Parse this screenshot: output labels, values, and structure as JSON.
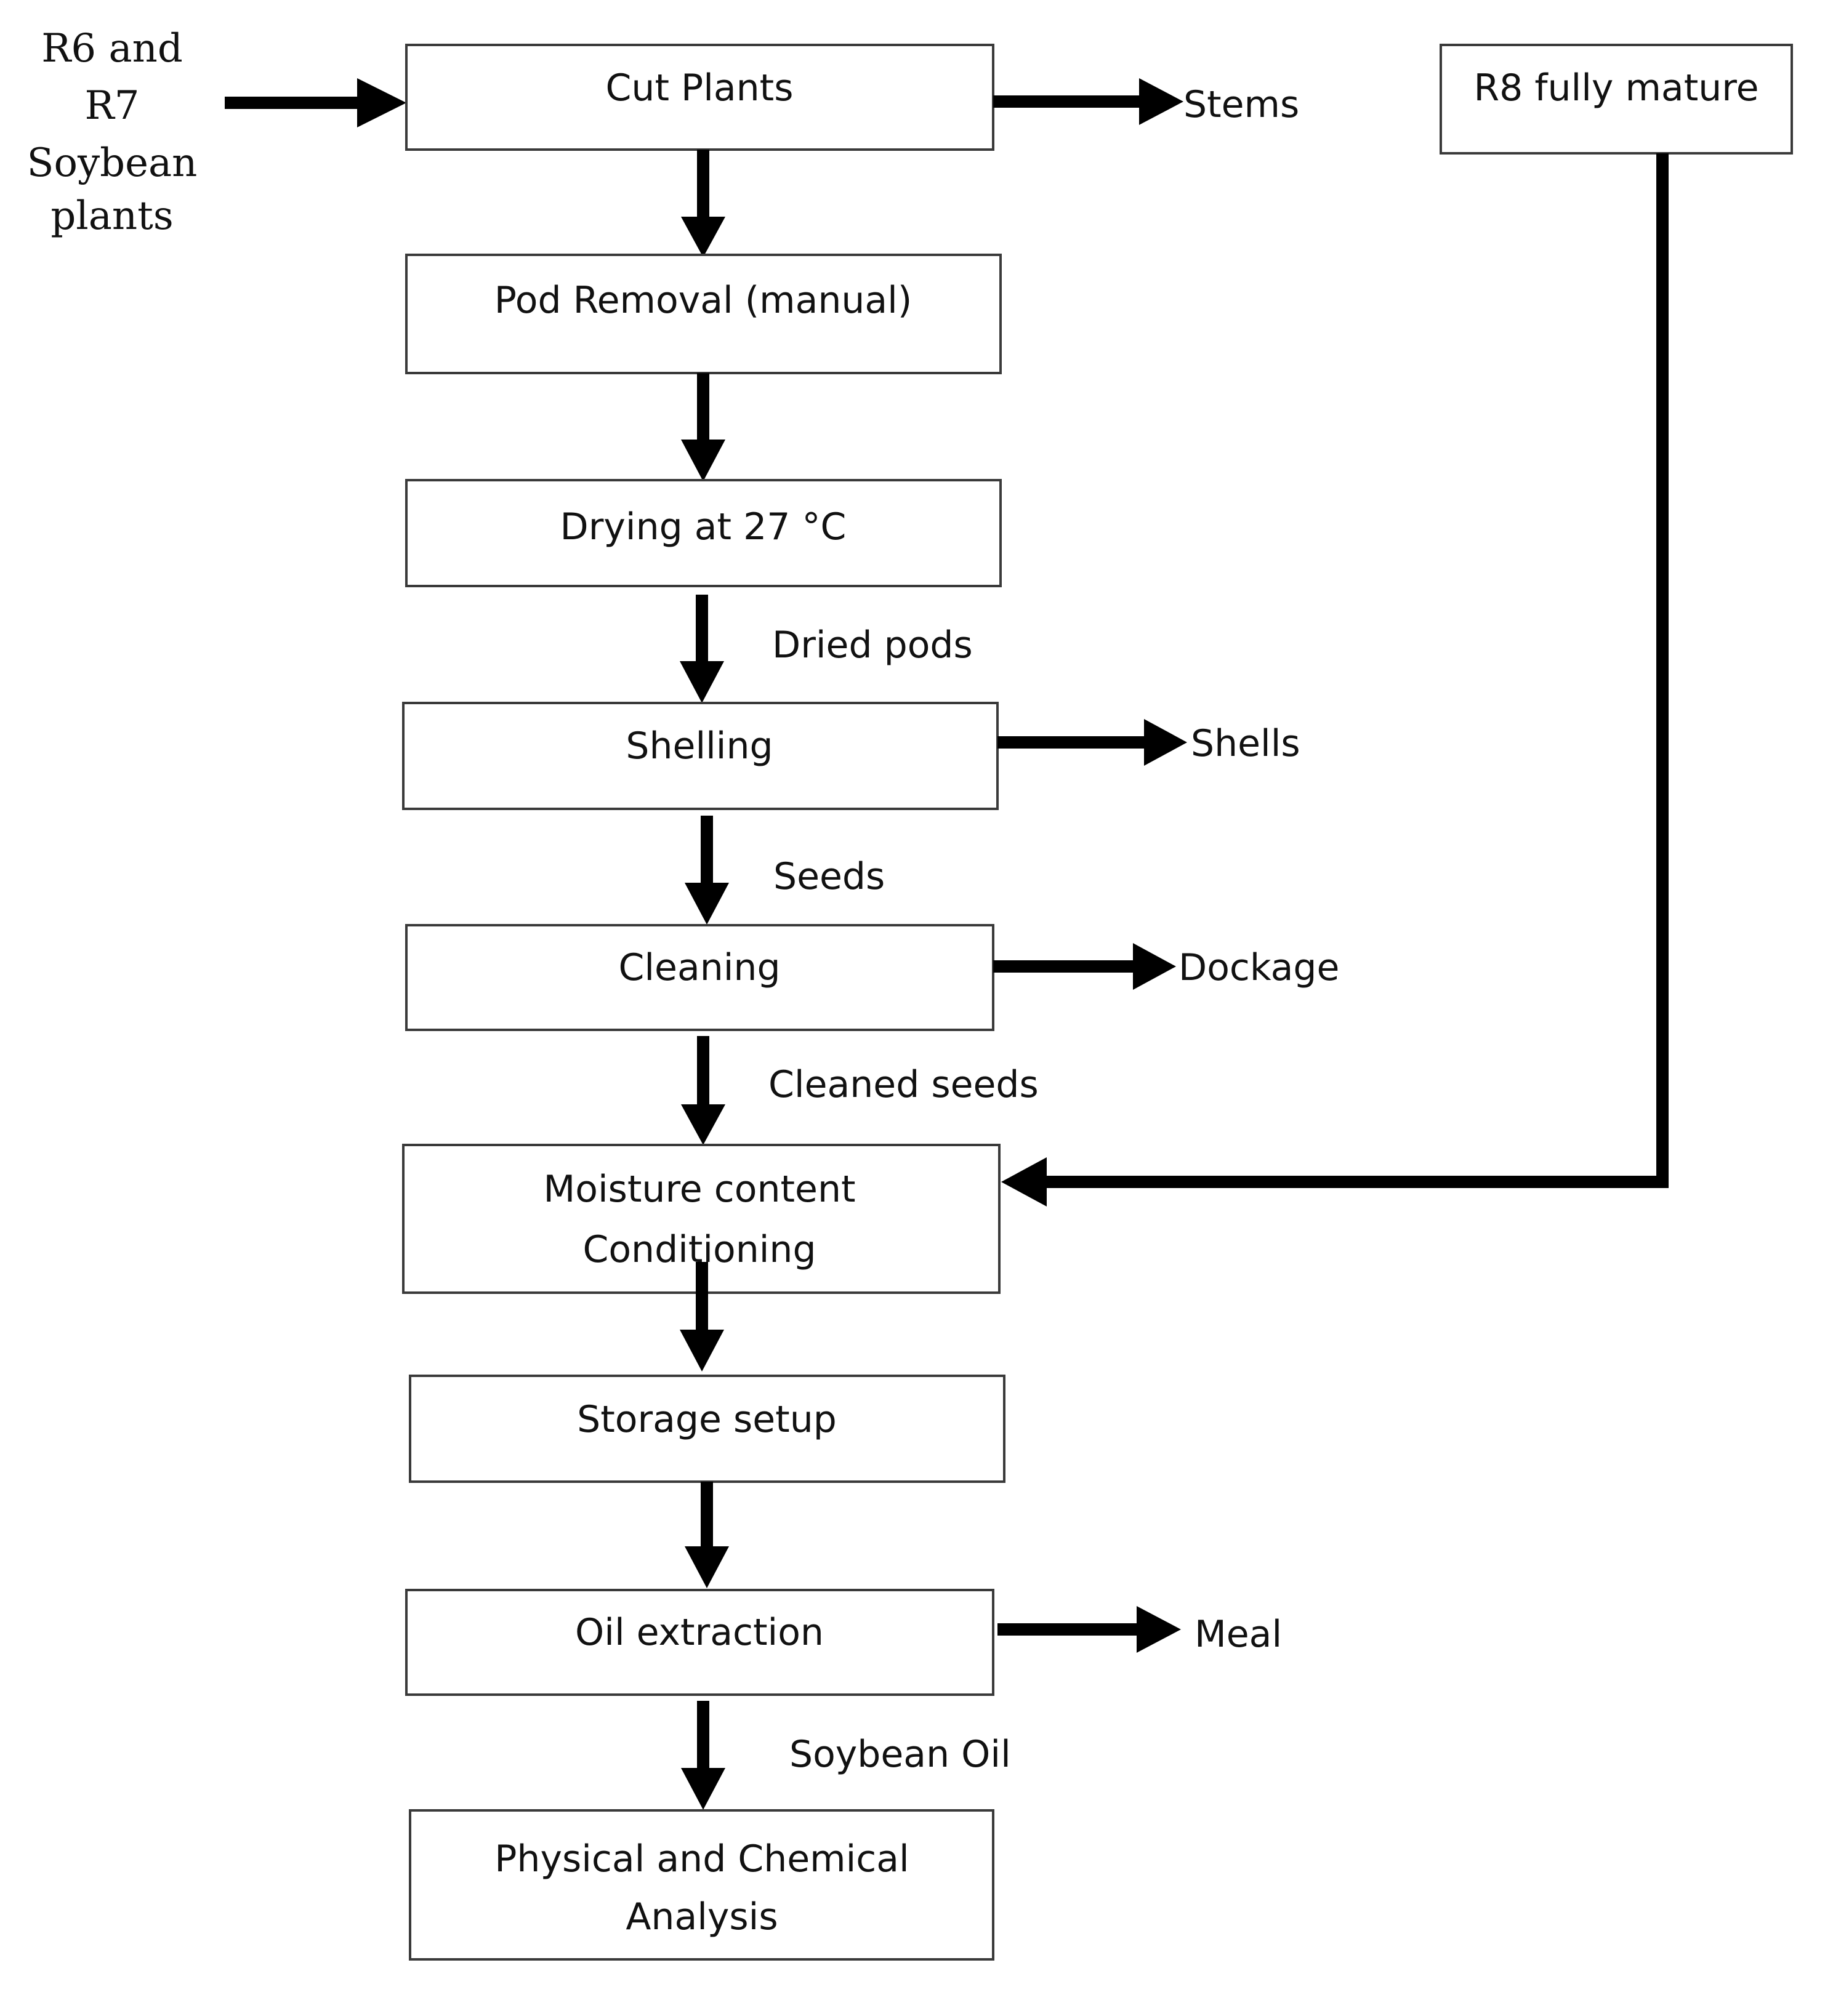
{
  "diagram": {
    "input_lines": [
      "R6 and",
      "R7",
      "Soybean",
      "plants"
    ],
    "r8_label": "R8 fully mature",
    "steps": {
      "cut_plants": "Cut Plants",
      "pod_removal": "Pod Removal (manual)",
      "drying": "Drying at 27 °C",
      "shelling": "Shelling",
      "cleaning": "Cleaning",
      "moisture_line1": "Moisture content",
      "moisture_line2": "Conditioning",
      "storage": "Storage setup",
      "oil_extraction": "Oil extraction",
      "analysis_line1": "Physical and Chemical",
      "analysis_line2": "Analysis"
    },
    "side_outputs": {
      "stems": "Stems",
      "shells": "Shells",
      "dockage": "Dockage",
      "meal": "Meal"
    },
    "flow_labels": {
      "dried_pods": "Dried pods",
      "seeds": "Seeds",
      "cleaned_seeds": "Cleaned seeds",
      "soybean_oil": "Soybean Oil"
    }
  }
}
